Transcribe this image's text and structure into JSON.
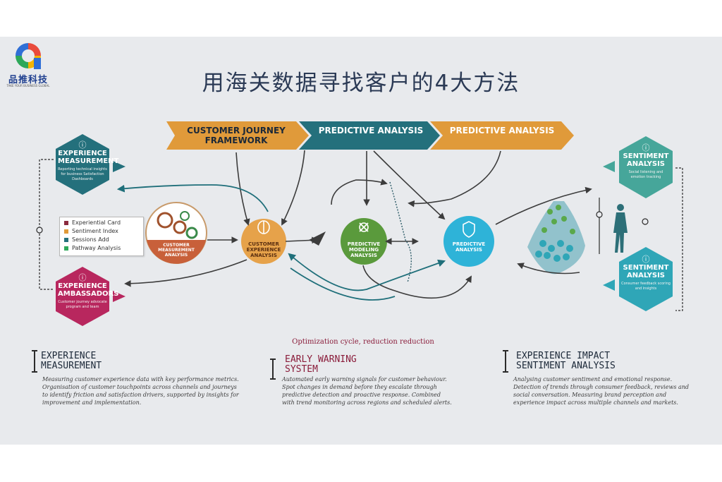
{
  "brand": {
    "name": "品推科技",
    "tagline": "TAKE YOUR BUSINESS GLOBAL",
    "colors": [
      "#2f6fd6",
      "#e94b3c",
      "#f4b400",
      "#2ea85a"
    ]
  },
  "title": "用海关数据寻找客户的4大方法",
  "banners": [
    {
      "label": "CUSTOMER JOURNEY FRAMEWORK",
      "color": "#e09a3a"
    },
    {
      "label": "PREDICTIVE ANALYSIS",
      "color": "#24707c"
    },
    {
      "label": "PREDICTIVE ANALYSIS",
      "color": "#e09a3a"
    }
  ],
  "hexagons": {
    "left_top": {
      "title": "EXPERIENCE MEASUREMENT",
      "body": "Reporting technical insights for business Satisfaction Dashboards",
      "color": "#24707c",
      "icon": "lightbulb-icon"
    },
    "left_bottom": {
      "title": "EXPERIENCE AMBASSADORS",
      "body": "Customer journey advocate program and team",
      "color": "#b8275e",
      "icon": "lightbulb-icon"
    },
    "right_top": {
      "title": "SENTIMENT ANALYSIS",
      "body": "Social listening and emotion tracking",
      "color": "#46a69a",
      "icon": "lightbulb-icon"
    },
    "right_bottom": {
      "title": "SENTIMENT ANALYSIS",
      "body": "Consumer feedback scoring and insights",
      "color": "#2fa6b7",
      "icon": "lightbulb-icon"
    }
  },
  "legend": [
    {
      "label": "Experiential Card",
      "color": "#8b2a3e"
    },
    {
      "label": "Sentiment Index",
      "color": "#e09a3a"
    },
    {
      "label": "Sessions Add",
      "color": "#24707c"
    },
    {
      "label": "Pathway Analysis",
      "color": "#2ea85a"
    }
  ],
  "nodes": [
    {
      "label": "CUSTOMER EXPERIENCE ANALYSIS",
      "color": "#e6a24a",
      "icon": "brain-icon"
    },
    {
      "label": "PREDICTIVE MODELING ANALYSIS",
      "color": "#5a9a3c",
      "icon": "gears-icon"
    },
    {
      "label": "PREDICTIVE ANALYSIS",
      "color": "#2eb3d8",
      "icon": "shield-icon"
    }
  ],
  "side_circle_label": "CUSTOMER MEASUREMENT ANALYSIS",
  "optimization_caption": "Optimization cycle, reduction reduction",
  "sections": [
    {
      "title": "EXPERIENCE MEASUREMENT",
      "color": "#1b2838",
      "body": "Measuring customer experience data with key performance metrics. Organisation of customer touchpoints across channels and journeys to identify friction and satisfaction drivers, supported by insights for improvement and implementation."
    },
    {
      "title": "EARLY WARNING SYSTEM",
      "color": "#8a1c3a",
      "body": "Automated early warning signals for customer behaviour. Spot changes in demand before they escalate through predictive detection and proactive response. Combined with trend monitoring across regions and scheduled alerts."
    },
    {
      "title": "EXPERIENCE IMPACT SENTIMENT ANALYSIS",
      "color": "#1b2838",
      "body": "Analysing customer sentiment and emotional response. Detection of trends through consumer feedback, reviews and social conversation. Measuring brand perception and experience impact across multiple channels and markets."
    }
  ]
}
